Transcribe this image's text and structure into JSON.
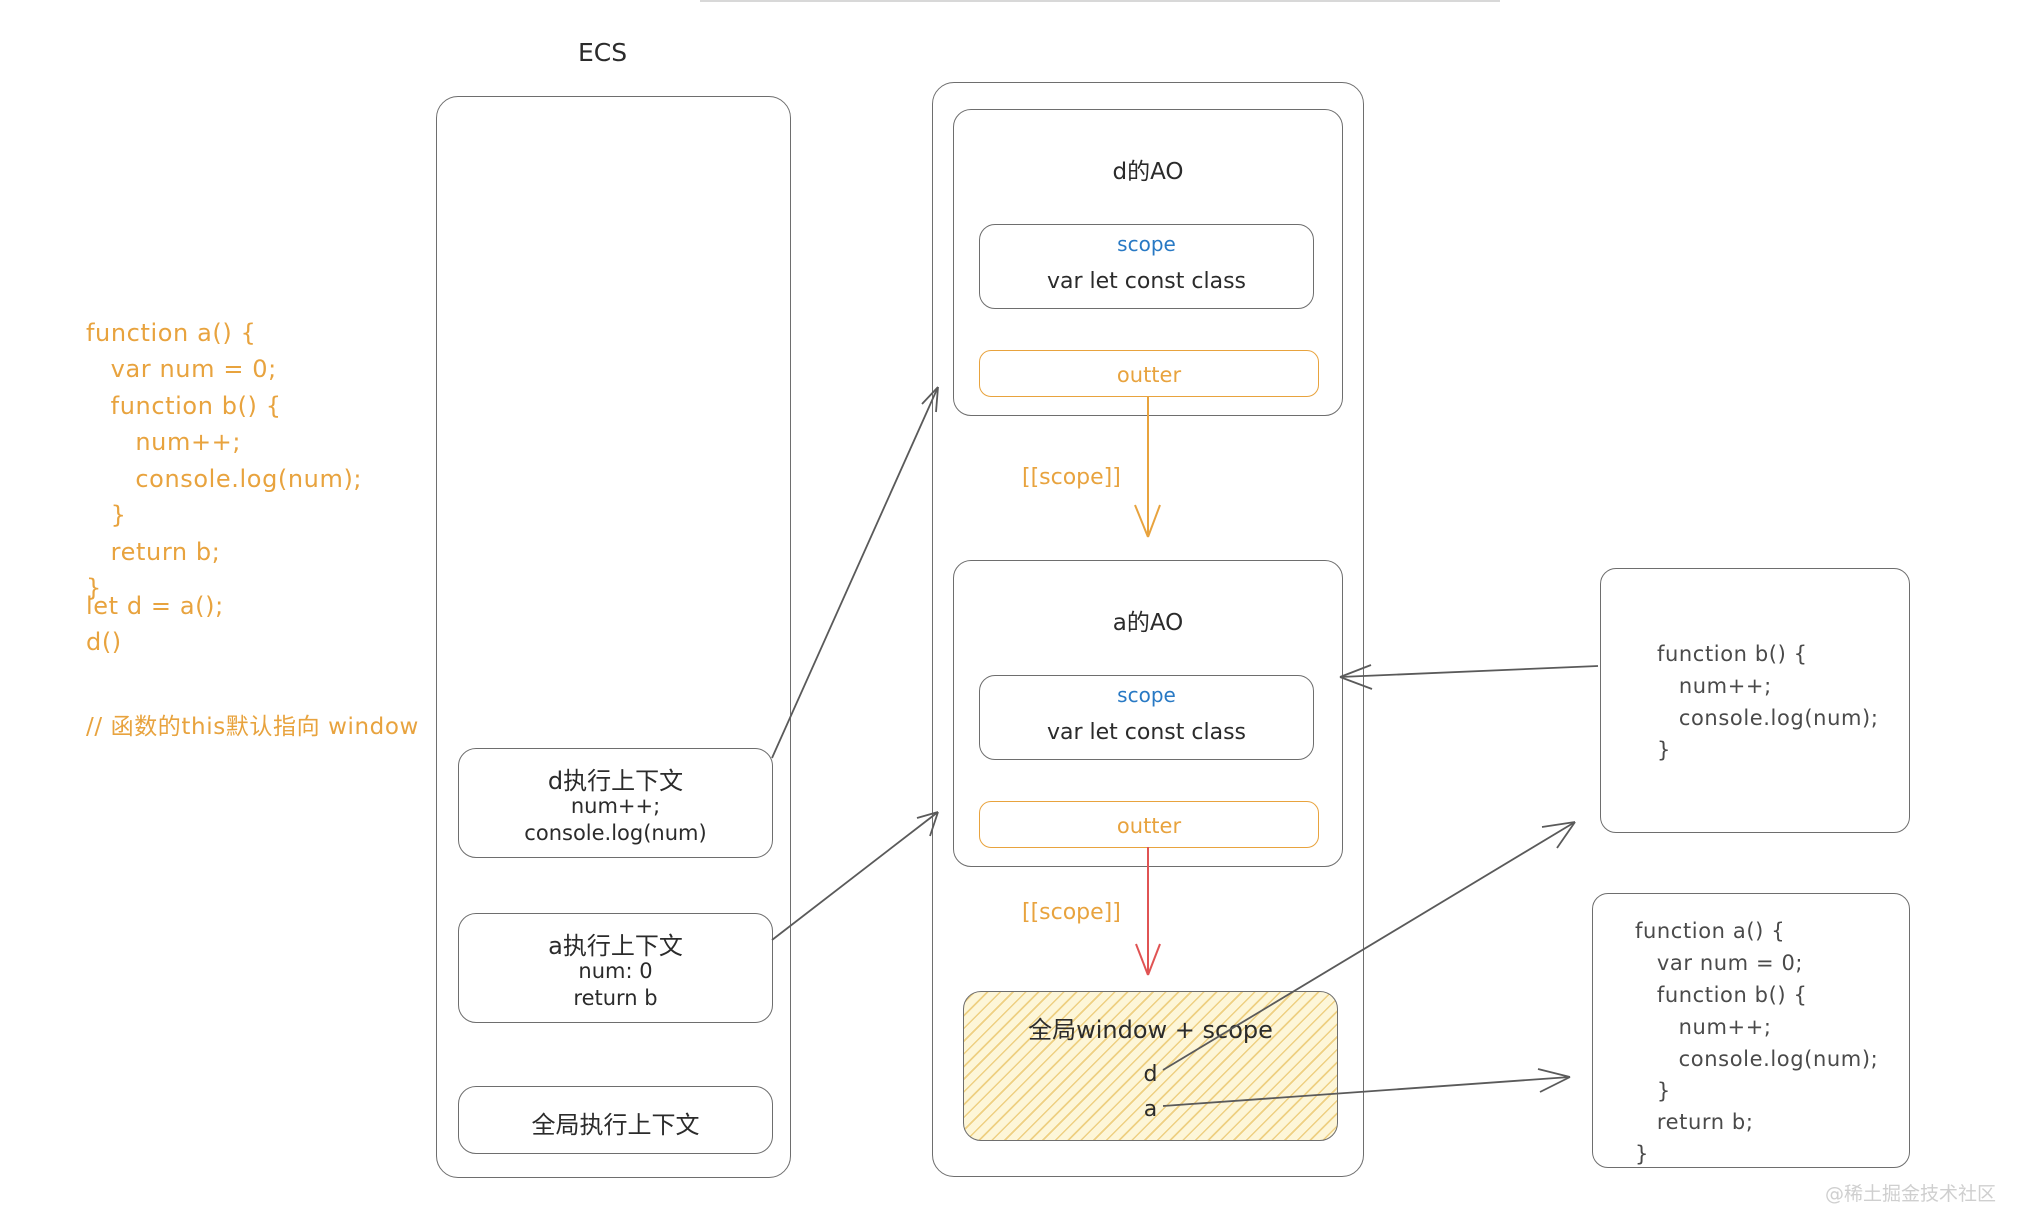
{
  "title": "ECS",
  "colors": {
    "orange": "#e8a33e",
    "blue": "#2879c4",
    "red": "#e05353",
    "stroke": "#6e6e6e",
    "hatch_fill": "#fdf6d8"
  },
  "source_code": {
    "main_lines": [
      "function a() {",
      "   var num = 0;",
      "   function b() {",
      "      num++;",
      "      console.log(num);",
      "   }",
      "   return b;",
      "}"
    ],
    "call_lines": [
      "let d = a();",
      "d()"
    ],
    "comment": "// 函数的this默认指向 window"
  },
  "ecs": {
    "title": "ECS",
    "frames": [
      {
        "name": "d-frame",
        "heading": "d执行上下文",
        "lines": [
          "num++;",
          "console.log(num)"
        ]
      },
      {
        "name": "a-frame",
        "heading": "a执行上下文",
        "lines": [
          "num: 0",
          "return b"
        ]
      },
      {
        "name": "global-frame",
        "heading": "全局执行上下文",
        "lines": []
      }
    ]
  },
  "scope_chain": {
    "ao_boxes": [
      {
        "name": "d-ao",
        "heading": "d的AO",
        "scope_label": "scope",
        "scope_content": "var let const class",
        "outter_label": "outter"
      },
      {
        "name": "a-ao",
        "heading": "a的AO",
        "scope_label": "scope",
        "scope_content": "var let const class",
        "outter_label": "outter"
      }
    ],
    "link_labels": [
      "[[scope]]",
      "[[scope]]"
    ],
    "global": {
      "heading": "全局window + scope",
      "entries": [
        "d",
        "a"
      ]
    }
  },
  "code_cards": [
    {
      "name": "function-b-card",
      "lines": [
        "function b() {",
        "   num++;",
        "   console.log(num);",
        "}"
      ]
    },
    {
      "name": "function-a-card",
      "lines": [
        "function a() {",
        "   var num = 0;",
        "   function b() {",
        "      num++;",
        "      console.log(num);",
        "   }",
        "   return b;",
        "}"
      ]
    }
  ],
  "watermark": "@稀土掘金技术社区"
}
